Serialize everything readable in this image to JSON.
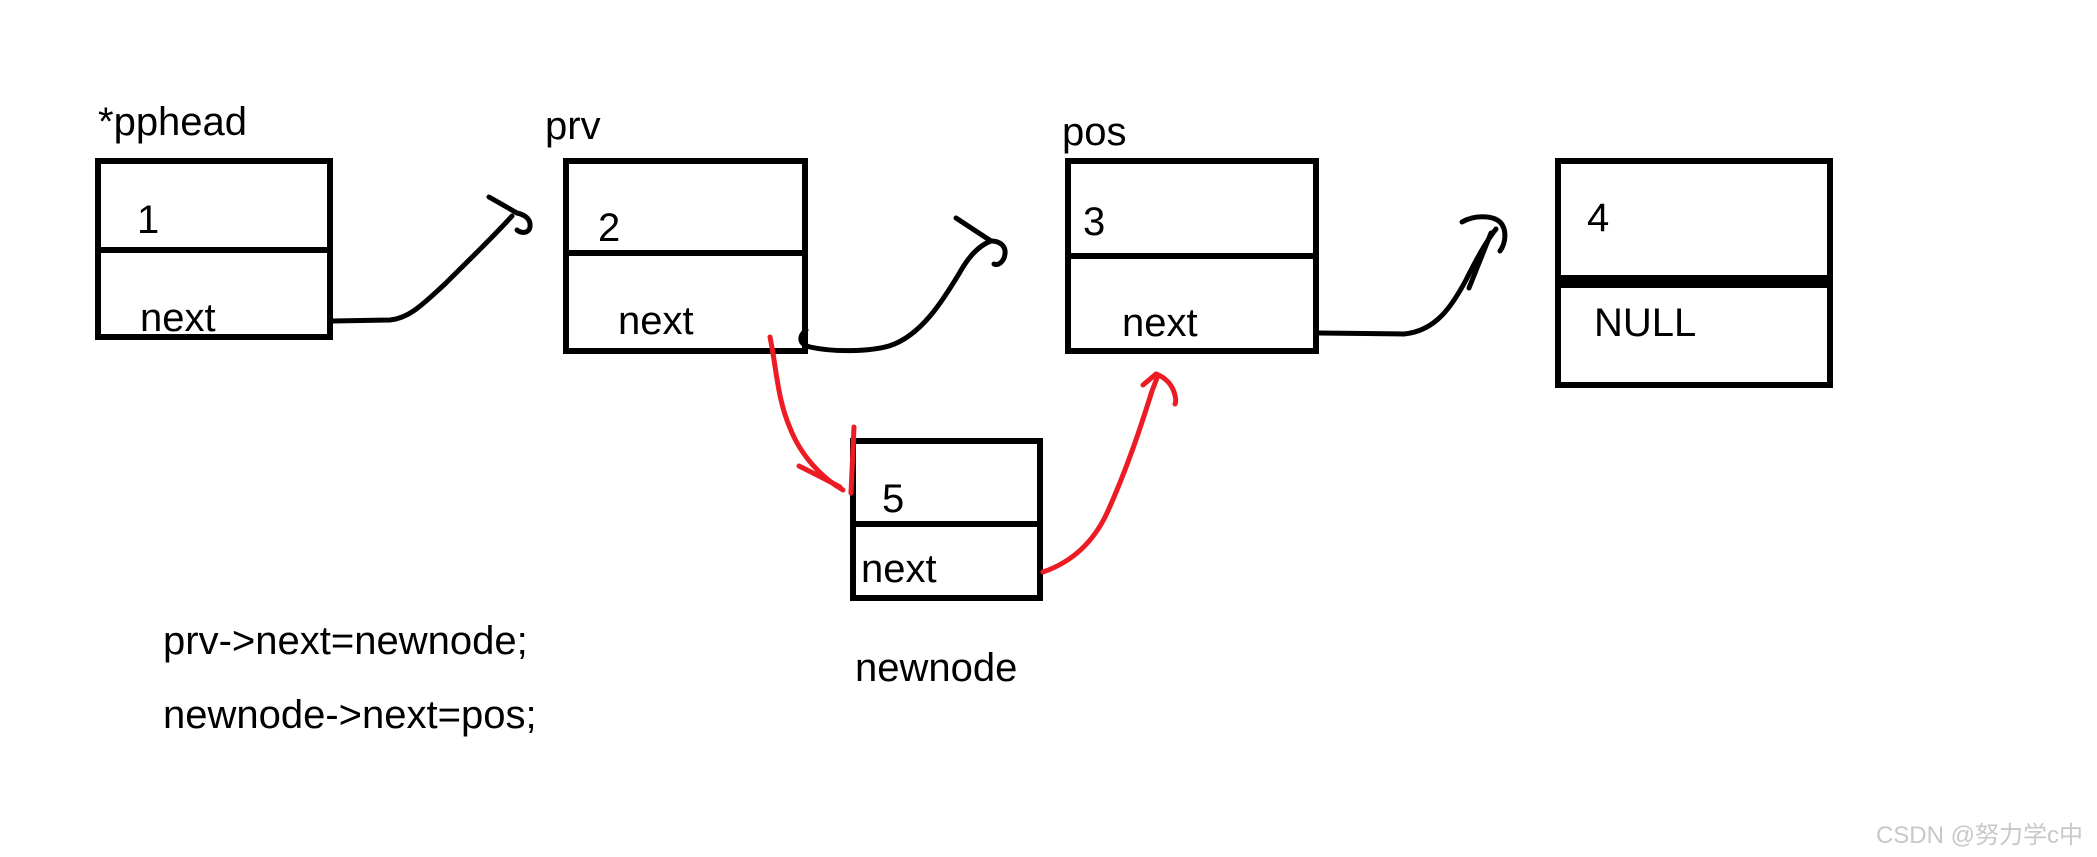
{
  "colors": {
    "background": "#ffffff",
    "ink": "#000000",
    "highlight": "#ed1c24",
    "watermark": "#c8c8c8"
  },
  "diagram": {
    "nodes": [
      {
        "label": "*pphead",
        "value": "1",
        "pointer": "next"
      },
      {
        "label": "prv",
        "value": "2",
        "pointer": "next"
      },
      {
        "label": "pos",
        "value": "3",
        "pointer": "next"
      },
      {
        "value": "4",
        "pointer": "NULL"
      },
      {
        "label": "newnode",
        "value": "5",
        "pointer": "next"
      }
    ]
  },
  "code": {
    "line1": "prv->next=newnode;",
    "line2": "newnode->next=pos;"
  },
  "watermark": {
    "text": "CSDN @努力学c中"
  }
}
